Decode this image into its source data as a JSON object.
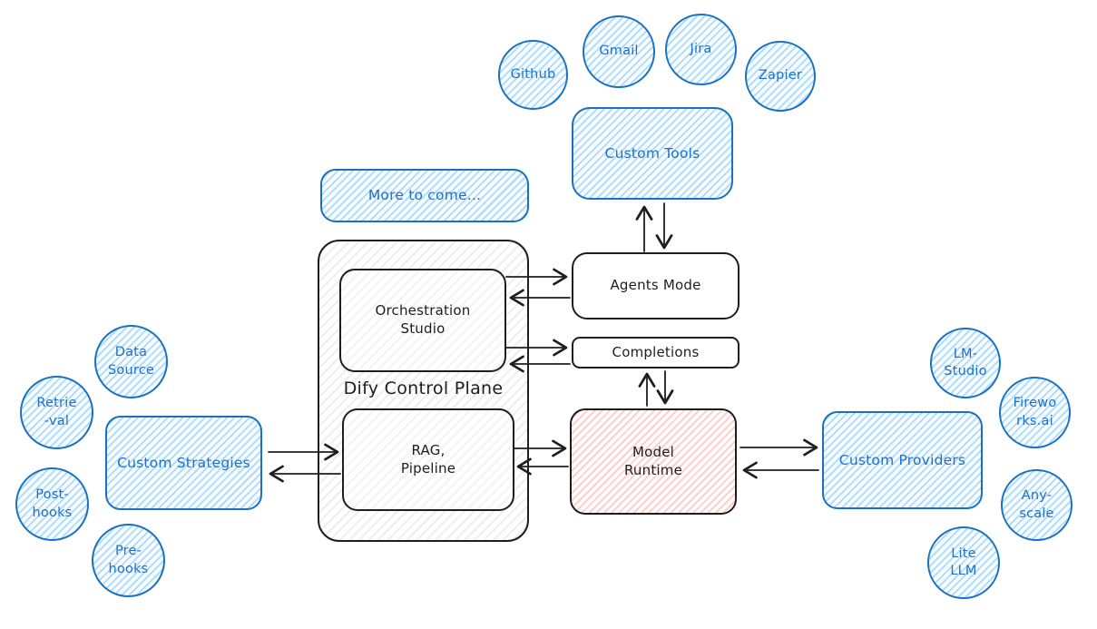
{
  "colors": {
    "blue_stroke": "#1971c2",
    "blue_fill": "#a5d8ff",
    "black_stroke": "#1e1e1e",
    "red_fill": "#ffc9c9",
    "gray_fill": "#e9ecef"
  },
  "integrations_top": [
    {
      "label": "Github"
    },
    {
      "label": "Gmail"
    },
    {
      "label": "Jira"
    },
    {
      "label": "Zapier"
    }
  ],
  "custom_tools": {
    "label": "Custom Tools"
  },
  "more_to_come": {
    "label": "More to come..."
  },
  "control_plane": {
    "label": "Dify Control Plane",
    "orchestration_studio": {
      "label": "Orchestration\nStudio"
    },
    "rag_pipeline": {
      "label": "RAG,\nPipeline"
    }
  },
  "agents_mode": {
    "label": "Agents Mode"
  },
  "completions": {
    "label": "Completions"
  },
  "model_runtime": {
    "label": "Model\nRuntime"
  },
  "custom_providers": {
    "label": "Custom Providers"
  },
  "custom_strategies": {
    "label": "Custom Strategies"
  },
  "strategy_circles": [
    {
      "label": "Data\nSource"
    },
    {
      "label": "Retrie\n-val"
    },
    {
      "label": "Post-\nhooks"
    },
    {
      "label": "Pre-\nhooks"
    }
  ],
  "provider_circles": [
    {
      "label": "LM-\nStudio"
    },
    {
      "label": "Firewo\nrks.ai"
    },
    {
      "label": "Any-\nscale"
    },
    {
      "label": "Lite\nLLM"
    }
  ]
}
